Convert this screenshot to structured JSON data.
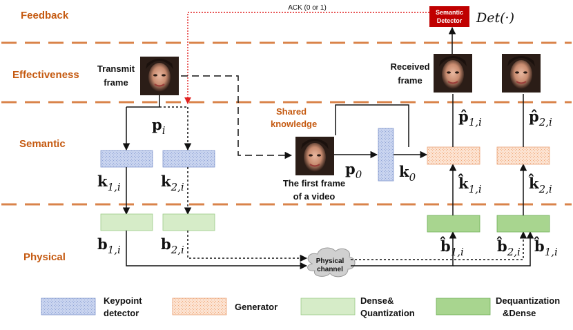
{
  "layers": {
    "feedback": "Feedback",
    "effectiveness": "Effectiveness",
    "semantic": "Semantic",
    "physical": "Physical"
  },
  "top": {
    "ack": "ACK (0 or 1)",
    "semantic_detector_1": "Semantic",
    "semantic_detector_2": "Detector",
    "det": "Det(·)"
  },
  "effectiveness": {
    "transmit_1": "Transmit",
    "transmit_2": "frame",
    "received_1": "Received",
    "received_2": "frame"
  },
  "semantic": {
    "shared_1": "Shared",
    "shared_2": "knowledge",
    "first_1": "The first frame",
    "first_2": "of a video",
    "p_i": "p",
    "p_i_sub": "i",
    "p0": "p",
    "p0_sub": "0",
    "k0": "k",
    "k0_sub": "0",
    "k1i": "k",
    "k1i_sub": "1,i",
    "k2i": "k",
    "k2i_sub": "2,i",
    "khat1": "k̂",
    "khat1_sub": "1,i",
    "khat2": "k̂",
    "khat2_sub": "2,i",
    "phat1": "p̂",
    "phat1_sub": "1,i",
    "phat2": "p̂",
    "phat2_sub": "2,i"
  },
  "physical": {
    "b1": "b",
    "b1_sub": "1,i",
    "b2": "b",
    "b2_sub": "2,i",
    "bhat1": "b̂",
    "bhat1_sub": "1,i",
    "bhat2": "b̂",
    "bhat2_sub": "2,i",
    "bhat1b": "b̂",
    "bhat1b_sub": "1,i",
    "channel_1": "Physical",
    "channel_2": "channel"
  },
  "legend": {
    "keypoint_1": "Keypoint",
    "keypoint_2": "detector",
    "generator": "Generator",
    "dense_1": "Dense&",
    "dense_2": "Quantization",
    "dequant_1": "Dequantization",
    "dequant_2": "&Dense"
  },
  "colors": {
    "orange_text": "#c55a11",
    "dash_orange": "#d9834a",
    "keypoint_fill": "#c9d4ef",
    "generator_fill": "#fbd8c0",
    "dense_fill": "#d6ecc8",
    "dequant_fill": "#a8d58f",
    "detector_red": "#c00000",
    "ack_red": "#e02020"
  }
}
